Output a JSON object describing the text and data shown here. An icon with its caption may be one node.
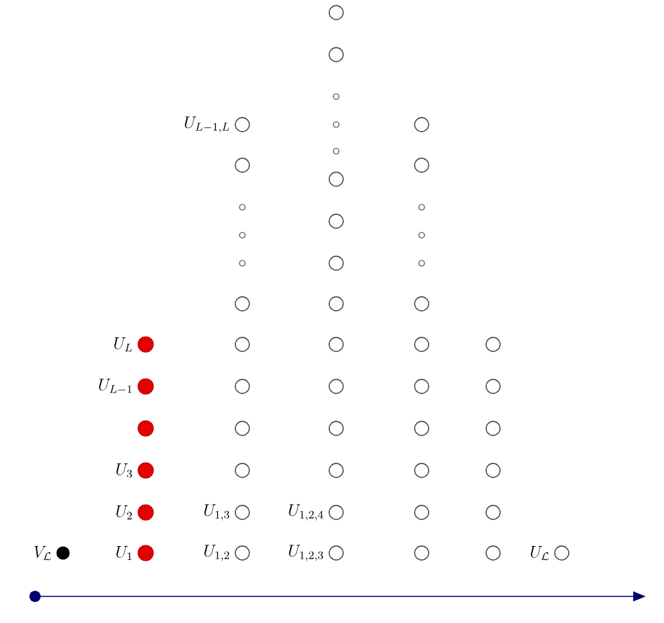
{
  "diagram": {
    "nodes": [
      {
        "text": [],
        "shape": "circle"
      },
      {
        "text": [],
        "shape": "circle"
      },
      {
        "text": [],
        "shape": "circle",
        "beside": [
          "U_{L-1,L}"
        ]
      },
      {
        "text": [],
        "shape": "circle"
      },
      {
        "text": [],
        "shape": "circle"
      },
      {
        "text": [],
        "shape": "circle"
      },
      {
        "text": [],
        "shape": "circle"
      },
      {
        "text": [],
        "shape": "circle"
      },
      {
        "text": [],
        "shape": "circle"
      },
      {
        "text": [],
        "shape": "circle"
      },
      {
        "text": [],
        "shape": "circle"
      },
      {
        "text": [],
        "shape": "circle"
      },
      {
        "text": [],
        "shape": "circle",
        "beside": [
          "U_L"
        ]
      },
      {
        "text": [],
        "shape": "circle"
      },
      {
        "text": [],
        "shape": "circle"
      },
      {
        "text": [],
        "shape": "circle"
      },
      {
        "text": [],
        "shape": "circle"
      },
      {
        "text": [],
        "shape": "circle",
        "beside": [
          "U_{L-1}"
        ]
      },
      {
        "text": [],
        "shape": "circle"
      },
      {
        "text": [],
        "shape": "circle"
      },
      {
        "text": [],
        "shape": "circle"
      },
      {
        "text": [],
        "shape": "circle"
      },
      {
        "text": [],
        "shape": "circle"
      },
      {
        "text": [],
        "shape": "circle"
      },
      {
        "text": [],
        "shape": "circle"
      },
      {
        "text": [],
        "shape": "circle"
      },
      {
        "text": [],
        "shape": "circle"
      },
      {
        "text": [],
        "shape": "circle",
        "beside": [
          "U_3"
        ]
      },
      {
        "text": [],
        "shape": "circle"
      },
      {
        "text": [],
        "shape": "circle"
      },
      {
        "text": [],
        "shape": "circle"
      },
      {
        "text": [],
        "shape": "circle"
      },
      {
        "text": [],
        "shape": "circle",
        "beside": [
          "U_2"
        ]
      },
      {
        "text": [],
        "shape": "circle",
        "beside": [
          "U_{1,3}"
        ]
      },
      {
        "text": [],
        "shape": "circle",
        "beside": [
          "U_{1,2,4}"
        ]
      },
      {
        "text": [],
        "shape": "circle"
      },
      {
        "text": [],
        "shape": "circle"
      },
      {
        "text": [],
        "shape": "circle",
        "beside": [
          "V_{\\mathcal{L}}"
        ]
      },
      {
        "text": [],
        "shape": "circle",
        "beside": [
          "U_1"
        ]
      },
      {
        "text": [],
        "shape": "circle",
        "beside": [
          "U_{1,2}"
        ]
      },
      {
        "text": [],
        "shape": "circle",
        "beside": [
          "U_{1,2,3}"
        ]
      },
      {
        "text": [],
        "shape": "circle"
      },
      {
        "text": [],
        "shape": "circle"
      },
      {
        "text": [],
        "shape": "circle",
        "beside": [
          "U_{\\mathcal{L}}"
        ]
      }
    ]
  }
}
